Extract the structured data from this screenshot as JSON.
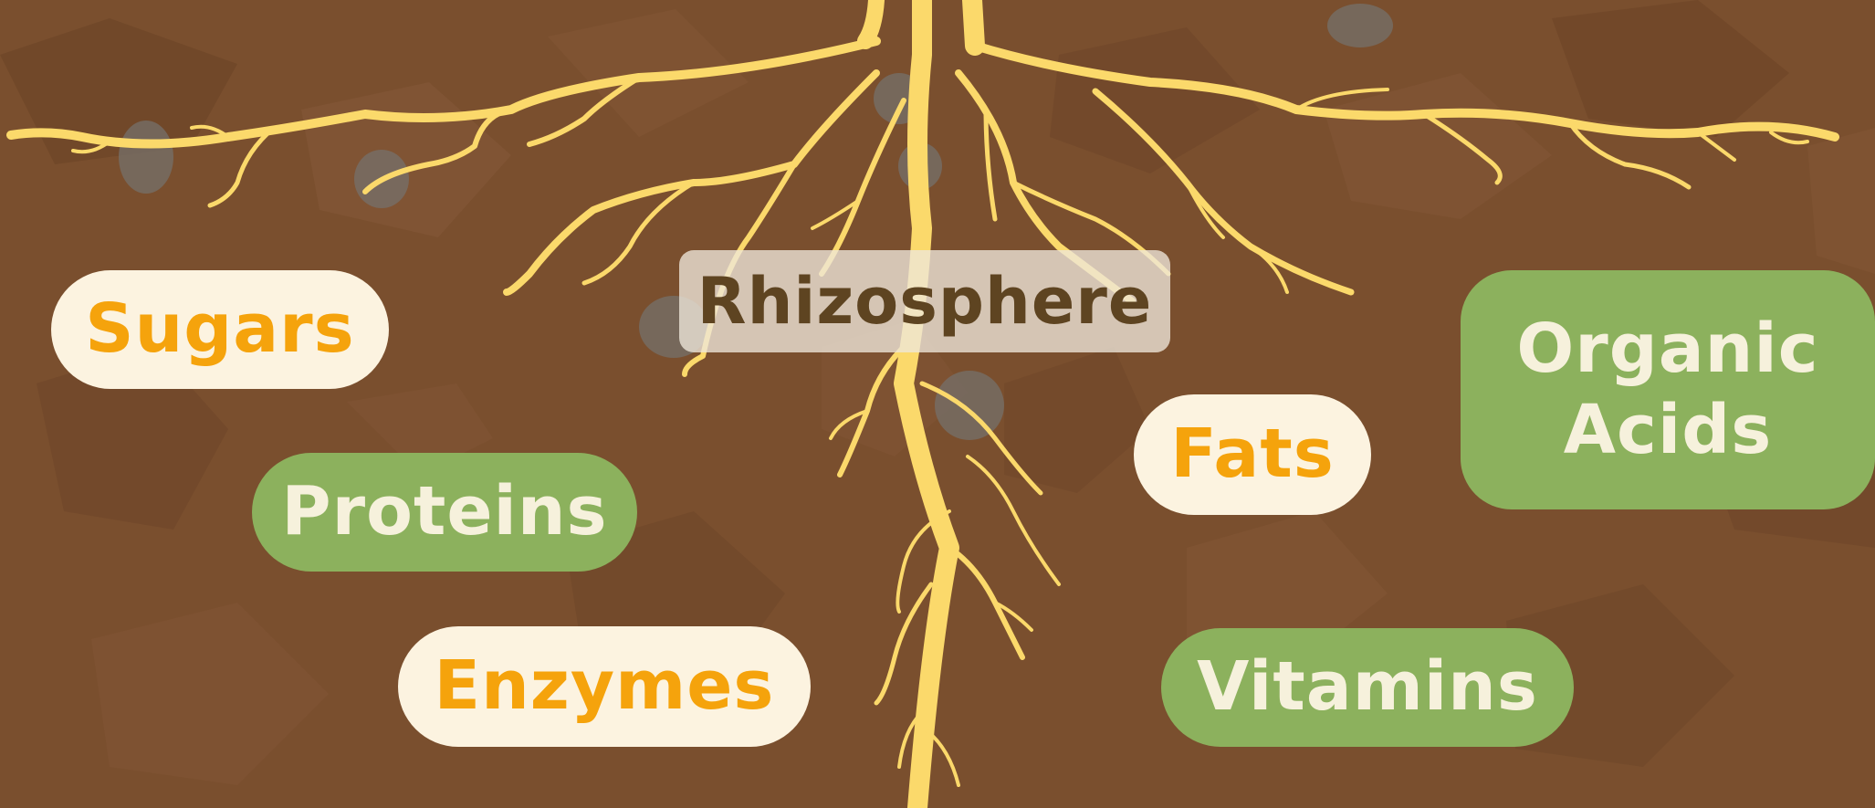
{
  "diagram": {
    "center_label": "Rhizosphere",
    "labels": {
      "sugars": "Sugars",
      "proteins": "Proteins",
      "enzymes": "Enzymes",
      "fats": "Fats",
      "organic_acids_line1": "Organic",
      "organic_acids_line2": "Acids",
      "vitamins": "Vitamins"
    }
  },
  "colors": {
    "soil": "#7a4f2e",
    "soil_dark": "#6b4427",
    "soil_light": "#86593a",
    "root": "#fbd96b",
    "pill_cream": "#fcf3e0",
    "pill_green": "#8cb15d",
    "text_orange": "#f5a30c",
    "text_cream": "#f6f1dc",
    "text_brown": "#5e4421",
    "stone": "#75706b"
  }
}
